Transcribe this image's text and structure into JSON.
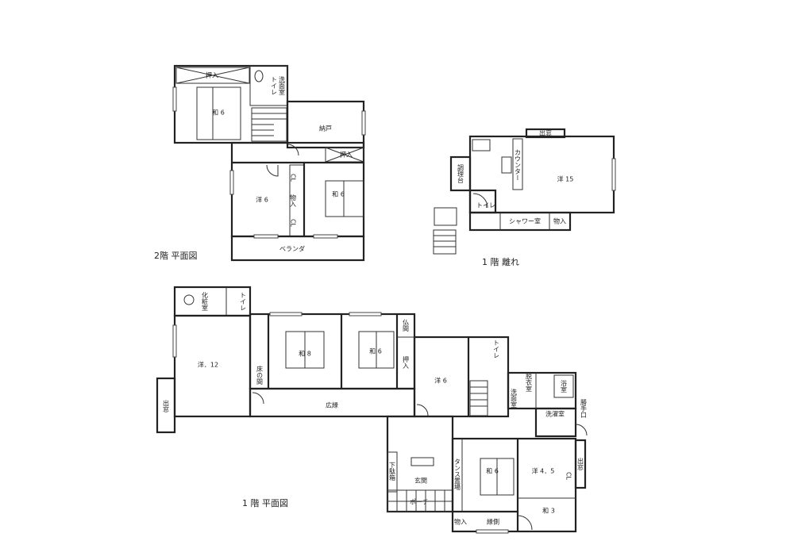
{
  "floor2": {
    "caption": "2階 平面図",
    "rooms": {
      "closet_top": "押入",
      "washitsu_6a": "和 6",
      "toilet": "トイレ",
      "washroom": "洗面室",
      "storage": "納戸",
      "closet_right": "押入",
      "youshitsu_6": "洋 6",
      "cl_1": "CL",
      "monoire": "物入",
      "cl_2": "CL",
      "washitsu_6b": "和 6",
      "veranda": "ベランダ"
    }
  },
  "annex": {
    "caption": "1 階 離れ",
    "rooms": {
      "bay_window": "出窓",
      "counter": "カウンター",
      "prep_table": "調理台",
      "youshitsu_15": "洋 15",
      "toilet": "トイレ",
      "shower": "シャワー室",
      "monoire": "物入"
    }
  },
  "floor1": {
    "caption": "1 階 平面図",
    "rooms": {
      "powder_room": "化粧室",
      "toilet_a": "トイレ",
      "youshitsu_12": "洋．12",
      "bay_window_left": "出窓",
      "tokonoma": "床の間",
      "washitsu_8": "和 8",
      "washitsu_6a": "和 6",
      "butsuma": "仏間",
      "oshiire": "押入",
      "youshitsu_6": "洋 6",
      "toilet_b": "トイレ",
      "engawa_wide": "広縁",
      "dressing": "脱衣室",
      "washroom": "洗面室",
      "bath": "浴室",
      "laundry": "洗濯室",
      "back_door": "勝手口",
      "shoe_box": "下駄箱",
      "entrance": "玄関",
      "porch": "ポーチ",
      "tansu": "タンス置場",
      "washitsu_6b": "和 6",
      "youshitsu_45": "洋 4．5",
      "bay_window_right": "出窓",
      "cl": "CL",
      "washitsu_3": "和 3",
      "engawa": "縁側",
      "monoire": "物入"
    }
  }
}
